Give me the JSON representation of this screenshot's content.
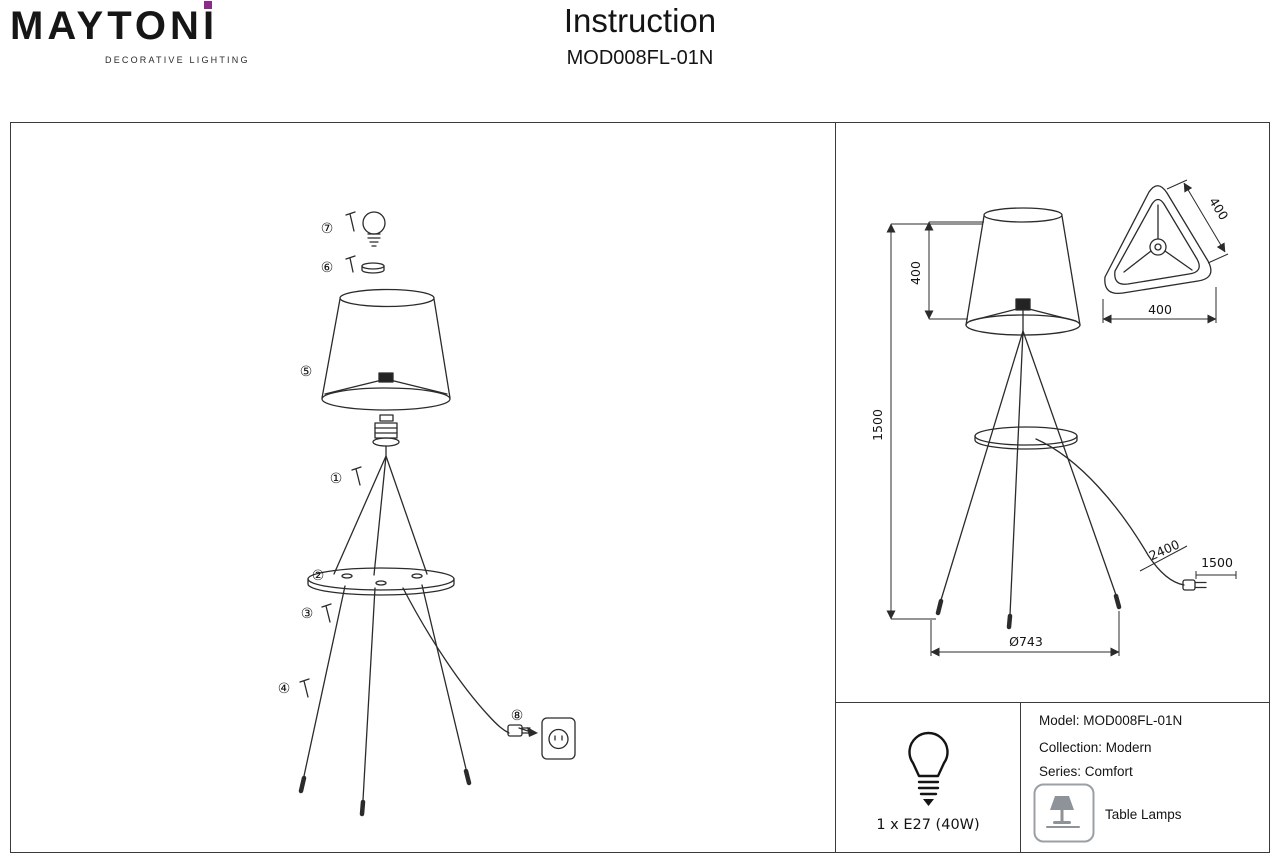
{
  "header": {
    "brand_main": "MAYTON",
    "brand_last": "I",
    "brand_subtitle": "DECORATIVE LIGHTING",
    "title": "Instruction",
    "model": "MOD008FL-01N"
  },
  "assembly": {
    "callouts": [
      "①",
      "②",
      "③",
      "④",
      "⑤",
      "⑥",
      "⑦",
      "⑧"
    ]
  },
  "dimensions": {
    "lamp_height": "1500",
    "shade_height": "400",
    "shade_top_diagonal": "400",
    "shade_top_width": "400",
    "cable_total": "2400",
    "cable_to_plug": "1500",
    "base_diameter": "Ø743"
  },
  "specs": {
    "bulb": "1 x E27 (40W)",
    "model": "Model: MOD008FL-01N",
    "collection": "Collection: Modern",
    "series": "Series: Comfort",
    "category": "Table Lamps"
  },
  "colors": {
    "brand_accent": "#8c2a8c",
    "line": "#2b2b2b",
    "icon_gray": "#8d9399"
  }
}
